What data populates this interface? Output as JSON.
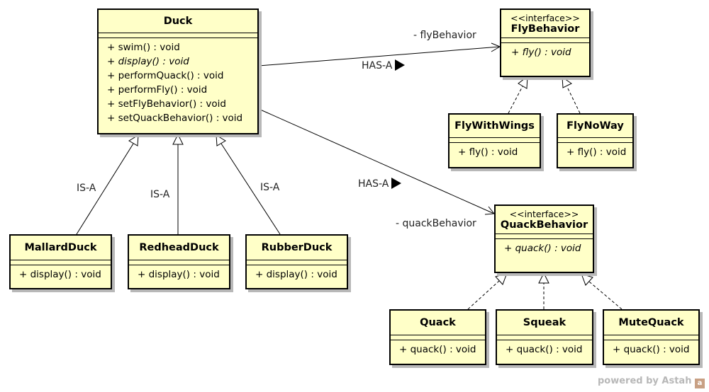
{
  "classes": {
    "duck": {
      "name": "Duck",
      "ops": [
        "+ swim() : void",
        "+ display() : void",
        "+ performQuack() : void",
        "+ performFly() : void",
        "+ setFlyBehavior() : void",
        "+ setQuackBehavior() : void"
      ]
    },
    "fly_behavior": {
      "stereotype": "<<interface>>",
      "name": "FlyBehavior",
      "ops": [
        "+ fly() : void"
      ]
    },
    "fly_with_wings": {
      "name": "FlyWithWings",
      "ops": [
        "+ fly() : void"
      ]
    },
    "fly_no_way": {
      "name": "FlyNoWay",
      "ops": [
        "+ fly() : void"
      ]
    },
    "quack_behavior": {
      "stereotype": "<<interface>>",
      "name": "QuackBehavior",
      "ops": [
        "+ quack() : void"
      ]
    },
    "quack": {
      "name": "Quack",
      "ops": [
        "+ quack() : void"
      ]
    },
    "squeak": {
      "name": "Squeak",
      "ops": [
        "+ quack() : void"
      ]
    },
    "mute_quack": {
      "name": "MuteQuack",
      "ops": [
        "+ quack() : void"
      ]
    },
    "mallard_duck": {
      "name": "MallardDuck",
      "ops": [
        "+ display() : void"
      ]
    },
    "redhead_duck": {
      "name": "RedheadDuck",
      "ops": [
        "+ display() : void"
      ]
    },
    "rubber_duck": {
      "name": "RubberDuck",
      "ops": [
        "+ display() : void"
      ]
    }
  },
  "relations": {
    "fly_role": "- flyBehavior",
    "quack_role": "- quackBehavior",
    "has_a_fly": "HAS-A",
    "has_a_quack": "HAS-A",
    "is_a_mallard": "IS-A",
    "is_a_redhead": "IS-A",
    "is_a_rubber": "IS-A"
  },
  "watermark": {
    "text": "powered by Astah",
    "logo": "a"
  },
  "colors": {
    "class_fill": "#ffffc8",
    "shadow": "#b8b8b8"
  }
}
